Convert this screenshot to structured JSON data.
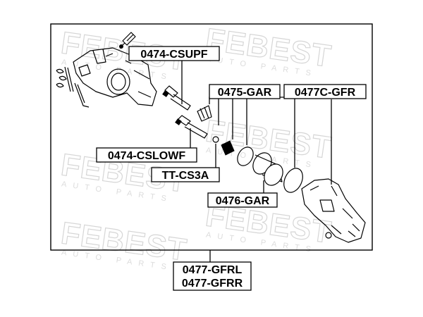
{
  "watermark": {
    "brand": "FEBEST",
    "tagline": "AUTO PARTS"
  },
  "labels": {
    "csupf": "0474-CSUPF",
    "gar": "0475-GAR",
    "gfr": "0477C-GFR",
    "cslowf": "0474-CSLOWF",
    "cs3a": "TT-CS3A",
    "piston": "0476-GAR",
    "assembly_l": "0477-GFRL",
    "assembly_r": "0477-GFRR"
  },
  "colors": {
    "line": "#000000",
    "watermark": "#d6d6d6"
  }
}
